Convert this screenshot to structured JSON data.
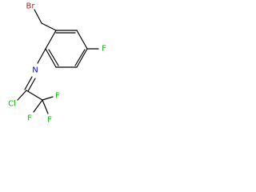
{
  "molecule": {
    "atoms": {
      "br": {
        "symbol": "Br",
        "color": "#a52a2a"
      },
      "n": {
        "symbol": "N",
        "color": "#0000ff"
      },
      "f_ring": {
        "symbol": "F",
        "color": "#00c000"
      },
      "cl": {
        "symbol": "Cl",
        "color": "#00c000"
      },
      "f1": {
        "symbol": "F",
        "color": "#00c000"
      },
      "f2": {
        "symbol": "F",
        "color": "#00c000"
      },
      "f3": {
        "symbol": "F",
        "color": "#00c000"
      }
    },
    "bond_color": "#000000",
    "background": "#ffffff"
  }
}
